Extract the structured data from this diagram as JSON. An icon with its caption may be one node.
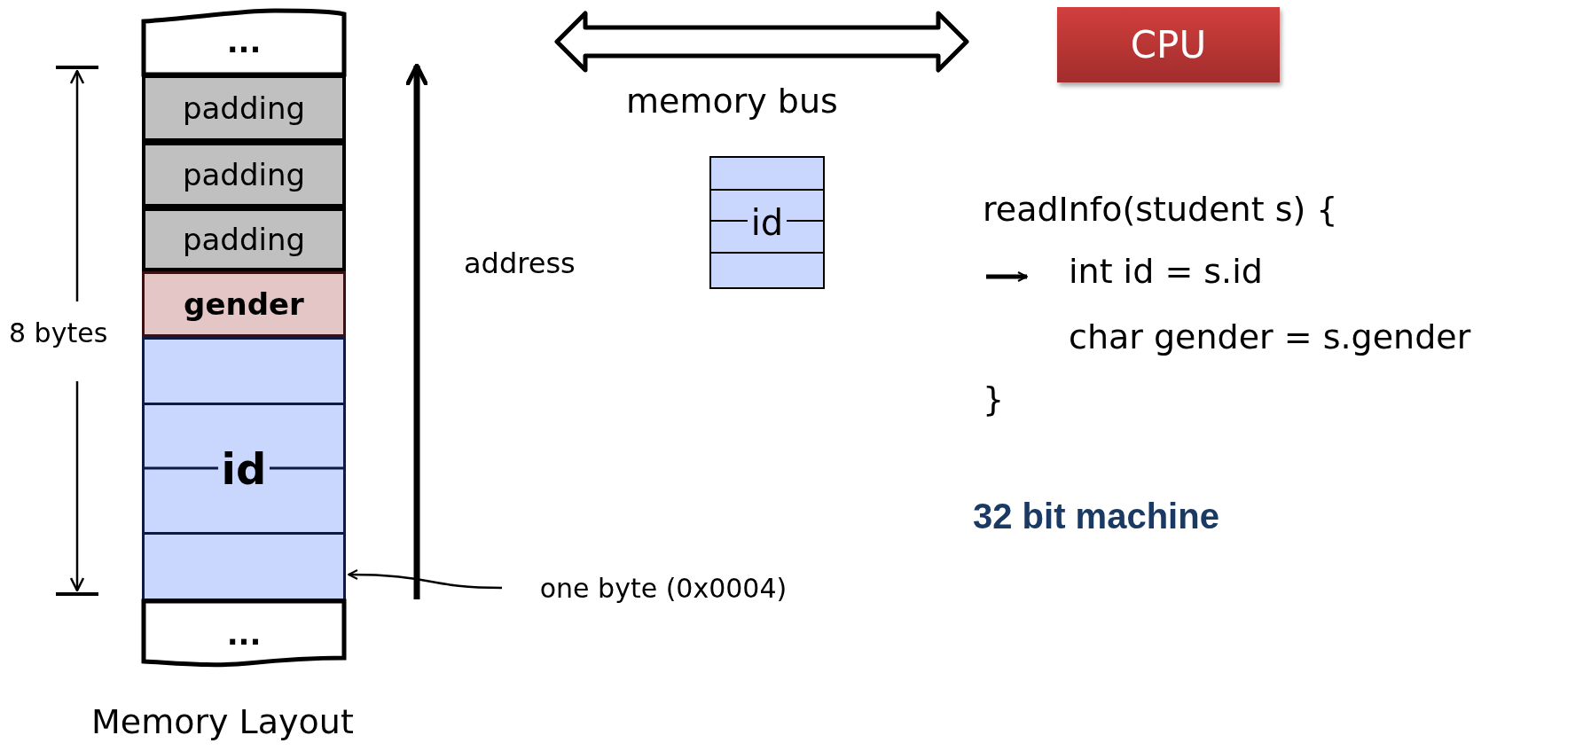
{
  "diagram": {
    "nodes": [
      {
        "text": [
          "..."
        ]
      },
      {
        "text": [
          "padding"
        ]
      },
      {
        "text": [
          "padding"
        ]
      },
      {
        "text": [
          "padding"
        ]
      },
      {
        "text": [
          "gender"
        ]
      },
      {
        "text": [
          "id"
        ]
      },
      {
        "text": [
          "..."
        ]
      },
      {
        "text": [
          "CPU"
        ]
      },
      {
        "text": [
          "id"
        ]
      },
      {
        "text": [
          "one byte (0x0004)"
        ]
      }
    ],
    "edges": [
      {
        "from": 9,
        "to": 5,
        "arrow": "to"
      }
    ],
    "labels": [
      "8 bytes",
      "address",
      "memory bus",
      "readInfo(student s) {",
      "int id = s.id",
      "char gender = s.gender",
      "}",
      "32 bit machine",
      "Memory Layout"
    ]
  }
}
